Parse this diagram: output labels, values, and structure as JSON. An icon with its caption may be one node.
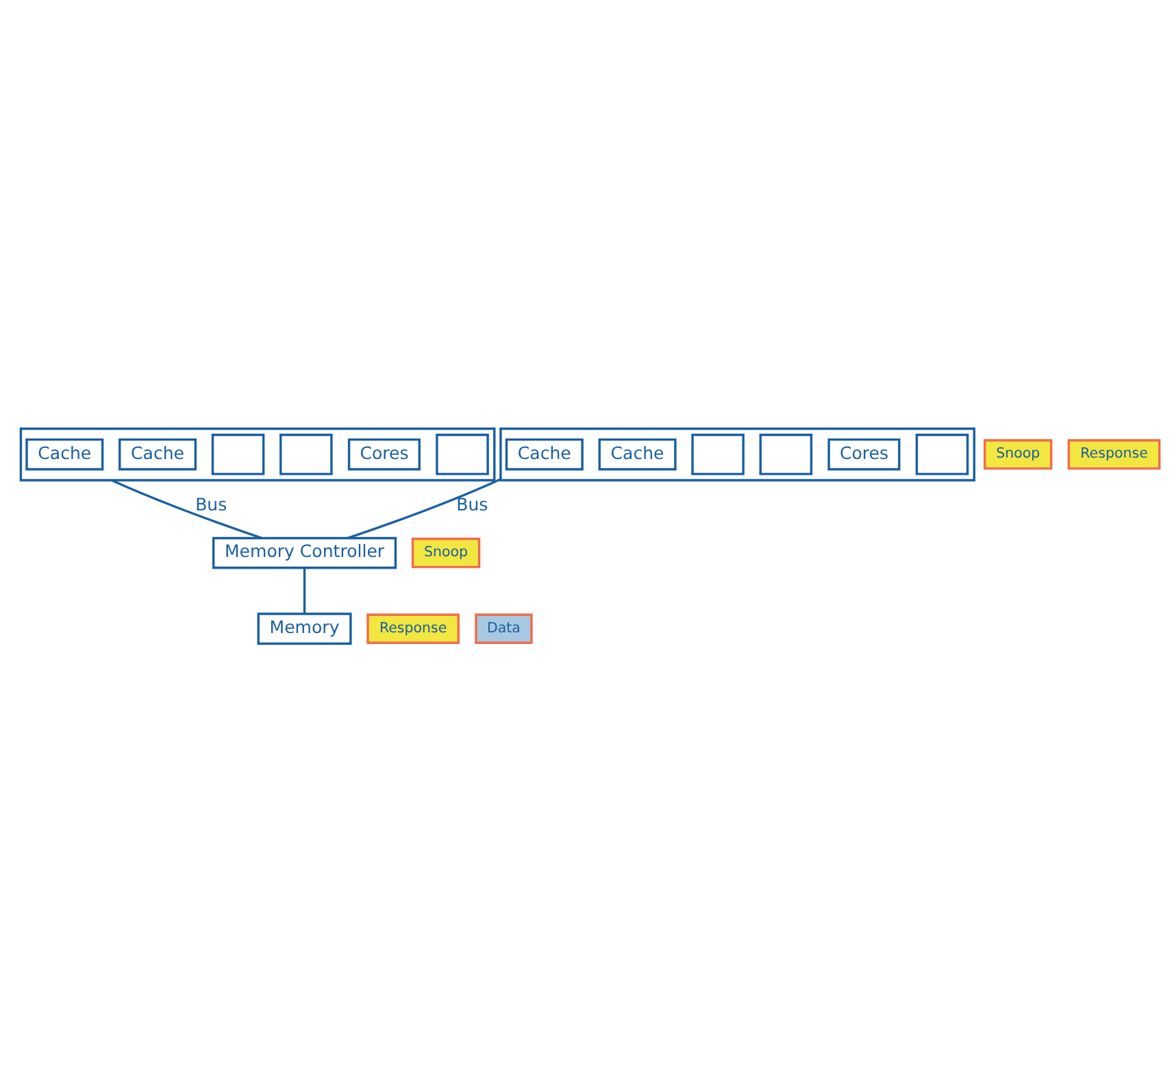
{
  "diagram": {
    "nodes": [
      {
        "text": [],
        "shape": "box"
      },
      {
        "text": [],
        "shape": "box",
        "in": 0
      },
      {
        "text": [
          "Cores"
        ],
        "in": 0
      },
      {
        "text": [],
        "shape": "box",
        "in": 0
      },
      {
        "text": [],
        "shape": "box",
        "in": 0
      },
      {
        "text": [
          "Cache"
        ],
        "in": 0
      },
      {
        "text": [
          "Cache"
        ],
        "in": 0
      },
      {
        "text": [],
        "shape": "box"
      },
      {
        "text": [],
        "shape": "box",
        "in": 7
      },
      {
        "text": [
          "Cores"
        ],
        "in": 7
      },
      {
        "text": [],
        "shape": "box",
        "in": 7
      },
      {
        "text": [],
        "shape": "box",
        "in": 7
      },
      {
        "text": [
          "Cache"
        ],
        "in": 7
      },
      {
        "text": [
          "Cache"
        ],
        "in": 7
      },
      {
        "text": [
          "Snoop"
        ]
      },
      {
        "text": [
          "Response"
        ]
      },
      {
        "text": [
          "Memory Controller"
        ]
      },
      {
        "text": [
          "Snoop"
        ]
      },
      {
        "text": [
          "Memory"
        ]
      },
      {
        "text": [
          "Response"
        ]
      },
      {
        "text": [
          "Data"
        ]
      }
    ],
    "edges": [
      {
        "from": 0,
        "to": 16,
        "arrow": "none",
        "label": "Bus"
      },
      {
        "from": 7,
        "to": 16,
        "arrow": "none",
        "label": "Bus"
      },
      {
        "from": 16,
        "to": 18,
        "arrow": "none"
      }
    ]
  }
}
